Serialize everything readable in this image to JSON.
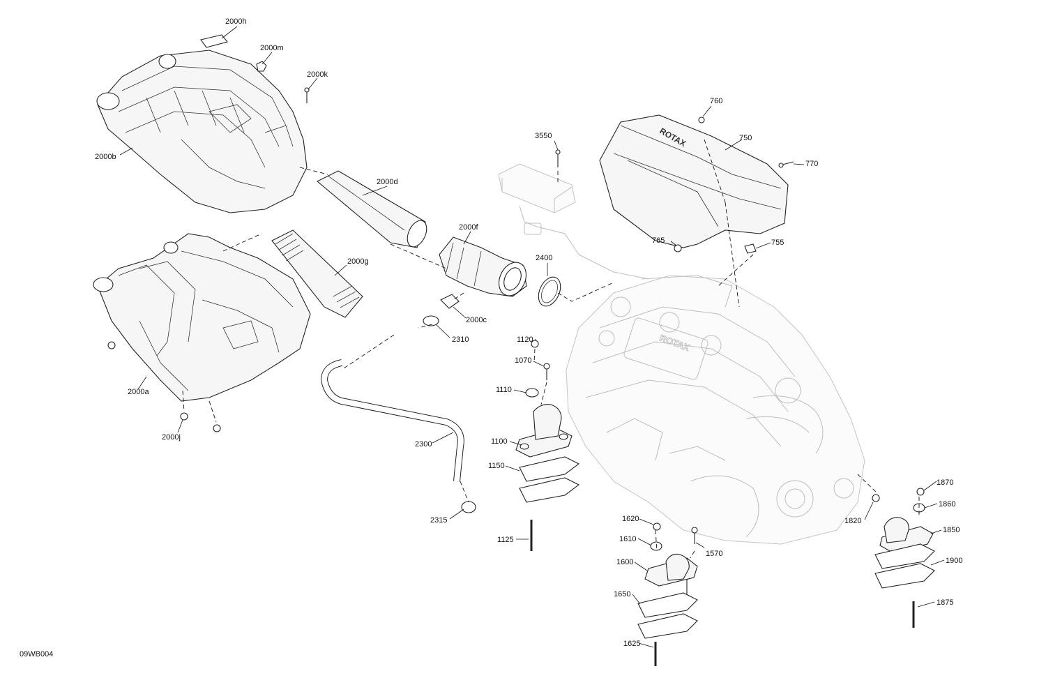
{
  "diagram": {
    "ref_code": "09WB004",
    "callouts": {
      "c2000h": "2000h",
      "c2000m": "2000m",
      "c2000k": "2000k",
      "c2000b": "2000b",
      "c2000d": "2000d",
      "c2000f": "2000f",
      "c2000g": "2000g",
      "c2000c": "2000c",
      "c2000a": "2000a",
      "c2000j": "2000j",
      "c2310": "2310",
      "c2300": "2300",
      "c2315": "2315",
      "c2400": "2400",
      "c3550": "3550",
      "c760": "760",
      "c750": "750",
      "c770": "770",
      "c765": "765",
      "c755": "755",
      "c1120": "1120",
      "c1070": "1070",
      "c1110": "1110",
      "c1100": "1100",
      "c1150": "1150",
      "c1125": "1125",
      "c1620": "1620",
      "c1610": "1610",
      "c1600": "1600",
      "c1570": "1570",
      "c1650": "1650",
      "c1625": "1625",
      "c1870": "1870",
      "c1860": "1860",
      "c1850": "1850",
      "c1820": "1820",
      "c1900": "1900",
      "c1875": "1875"
    }
  }
}
